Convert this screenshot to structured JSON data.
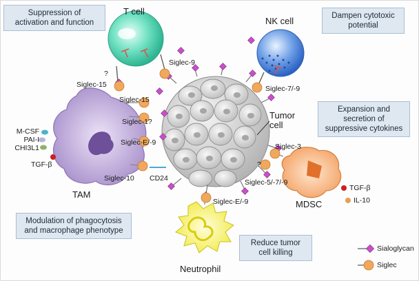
{
  "boxes": {
    "suppression": "Suppression of\nactivation and function",
    "dampen": "Dampen cytotoxic\npotential",
    "expansion": "Expansion and\nsecretion of\nsuppressive cytokines",
    "modulation": "Modulation of phagocytosis\nand macrophage phenotype",
    "reduce": "Reduce tumor\ncell killing"
  },
  "cells": {
    "t_cell": "T cell",
    "nk_cell": "NK cell",
    "tumor": "Tumor\ncell",
    "tam": "TAM",
    "mdsc": "MDSC",
    "neutrophil": "Neutrophil"
  },
  "siglecs": {
    "t_upper": "Siglec-9",
    "t_lower": "Siglec-15",
    "nk": "Siglec-7/-9",
    "tam_1": "Siglec-15",
    "tam_2": "Siglec-1?",
    "tam_3": "Siglec-E/-9",
    "tam_4": "Siglec-10",
    "cd24": "CD24",
    "mdsc_1": "Siglec-3",
    "mdsc_2": "Siglec-5/-7/-9",
    "neutrophil": "Siglec-E/-9",
    "q1": "?",
    "q2": "?"
  },
  "cytokines": {
    "tam_list": "M-CSF\nPAI-I\nCHI3L1",
    "tam_tgf": "TGF-β",
    "mdsc_tgf": "TGF-β",
    "mdsc_il10": "IL-10"
  },
  "legend": {
    "sialoglycan": "Sialoglycan",
    "siglec": "Siglec"
  },
  "colors": {
    "box_bg": "#dfe8f1",
    "t_cell": "#5fd6b8",
    "nk_cell": "#4f86d8",
    "tam": "#b39fd1",
    "mdsc": "#f2a66b",
    "neutrophil": "#f4ef5a",
    "tumor": "#c8c8c8",
    "siglec": "#f0a85d",
    "sialoglycan": "#c94fc9"
  }
}
